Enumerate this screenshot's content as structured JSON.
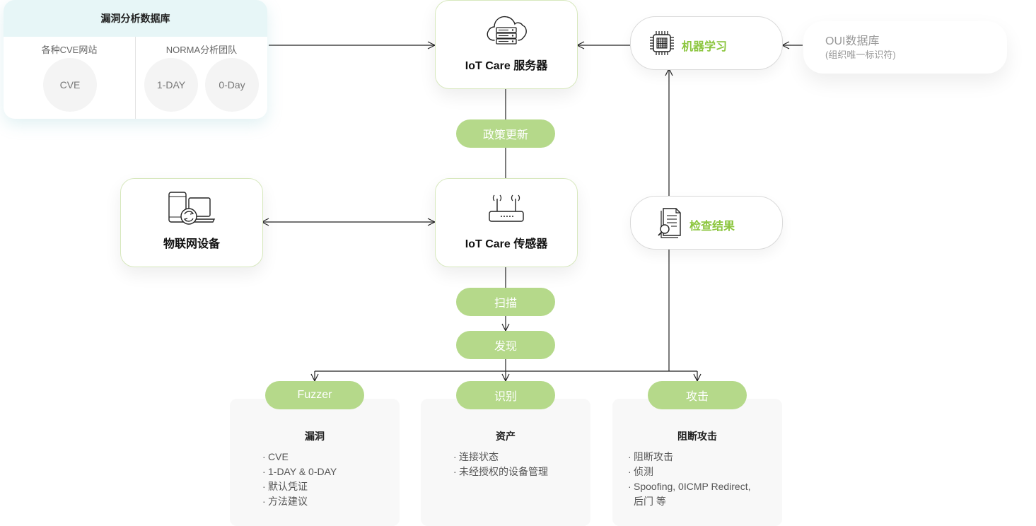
{
  "vuln_db": {
    "title": "漏洞分析数据库",
    "cve_group": {
      "label": "各种CVE网站",
      "items": [
        "CVE"
      ]
    },
    "norma_group": {
      "label": "NORMA分析团队",
      "items": [
        "1-DAY",
        "0-Day"
      ]
    }
  },
  "server": {
    "label": "IoT Care 服务器",
    "icon": "cloud-server-icon"
  },
  "ml": {
    "label": "机器学习",
    "icon": "chip-icon"
  },
  "oui": {
    "title": "OUI数据库",
    "subtitle": "(组织唯一标识符)"
  },
  "policy_update": "政策更新",
  "iot_device": {
    "label": "物联网设备",
    "icon": "devices-sync-icon"
  },
  "sensor": {
    "label": "IoT Care 传感器",
    "icon": "router-icon"
  },
  "inspection": {
    "label": "检查结果",
    "icon": "document-search-icon"
  },
  "scan": "扫描",
  "discover": "发现",
  "branches": [
    {
      "pill": "Fuzzer",
      "title": "漏洞",
      "items": [
        "CVE",
        "1-DAY & 0-DAY",
        "默认凭证",
        "方法建议"
      ]
    },
    {
      "pill": "识别",
      "title": "资产",
      "items": [
        "连接状态",
        "未经授权的设备管理"
      ]
    },
    {
      "pill": "攻击",
      "title": "阻断攻击",
      "items": [
        "阻断攻击",
        "侦测",
        "Spoofing, 0ICMP Redirect,",
        "后门 等"
      ]
    }
  ],
  "colors": {
    "accent_green": "#8cc63f",
    "pill_green": "#b5d98a",
    "header_teal": "#e7f6f7"
  }
}
